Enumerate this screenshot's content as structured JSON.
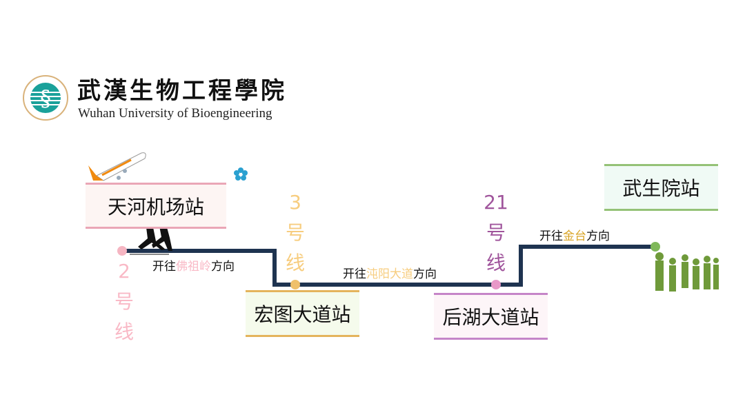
{
  "logo": {
    "name_cn": "武漢生物工程學院",
    "name_en": "Wuhan University of Bioengineering"
  },
  "stations": [
    {
      "name": "天河机场站"
    },
    {
      "name": "宏图大道站"
    },
    {
      "name": "后湖大道站"
    },
    {
      "name": "武生院站"
    }
  ],
  "lines": [
    {
      "chars": [
        "2",
        "号",
        "线"
      ],
      "color": "#f9b9c6"
    },
    {
      "chars": [
        "3",
        "号",
        "线"
      ],
      "color": "#f7cd7f"
    },
    {
      "chars": [
        "21",
        "号",
        "线"
      ],
      "color": "#a0559c"
    }
  ],
  "directions": [
    {
      "prefix": "开往",
      "dest": "佛祖岭",
      "suffix": "方向",
      "color": "#f9b9c6"
    },
    {
      "prefix": "开往",
      "dest": "沌阳大道",
      "suffix": "方向",
      "color": "#f7cd7f"
    },
    {
      "prefix": "开往",
      "dest": "金台",
      "suffix": "方向",
      "color": "#d9a528"
    }
  ],
  "colors": {
    "track": "#1e3350"
  }
}
